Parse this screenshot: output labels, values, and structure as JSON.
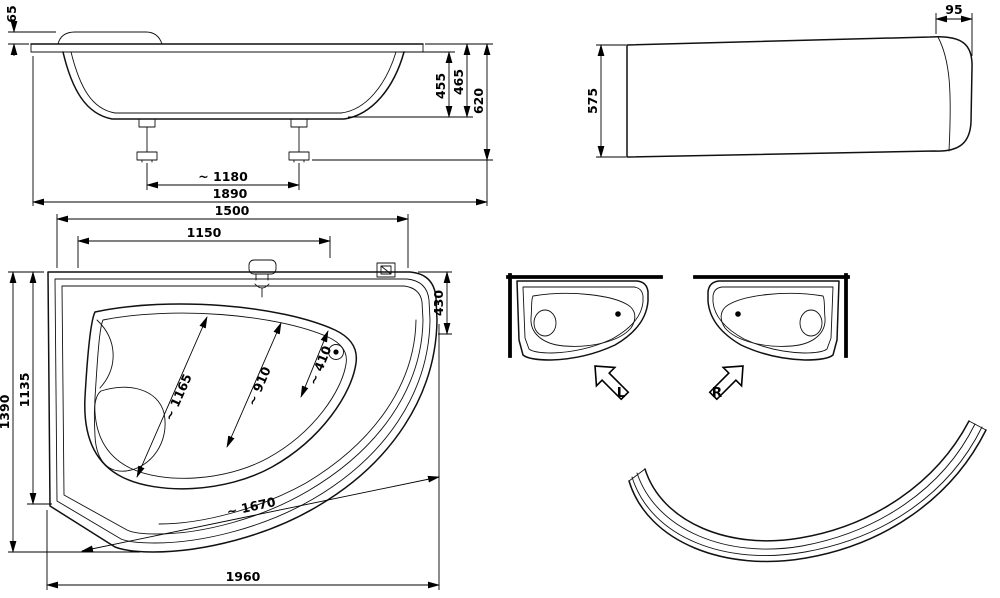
{
  "drawing": {
    "colors": {
      "background": "#ffffff",
      "line": "#000000"
    },
    "side_view": {
      "rim_thickness": "65",
      "depth_inner": "455",
      "depth_overall": "465",
      "height_total": "620",
      "feet_spacing": "~ 1180",
      "length_total": "1890"
    },
    "panel_view": {
      "height": "575",
      "return_depth": "95"
    },
    "plan_view": {
      "top_width": "1500",
      "top_width_inner": "1150",
      "right_edge_depth": "430",
      "left_edge_straight": "1135",
      "left_depth_total": "1390",
      "basin_width_small": "~ 410",
      "basin_width_mid": "~ 910",
      "basin_width_large": "~ 1165",
      "front_edge_chord": "~ 1670",
      "width_total": "1960"
    },
    "orientation": {
      "left_label": "L",
      "right_label": "R"
    }
  }
}
